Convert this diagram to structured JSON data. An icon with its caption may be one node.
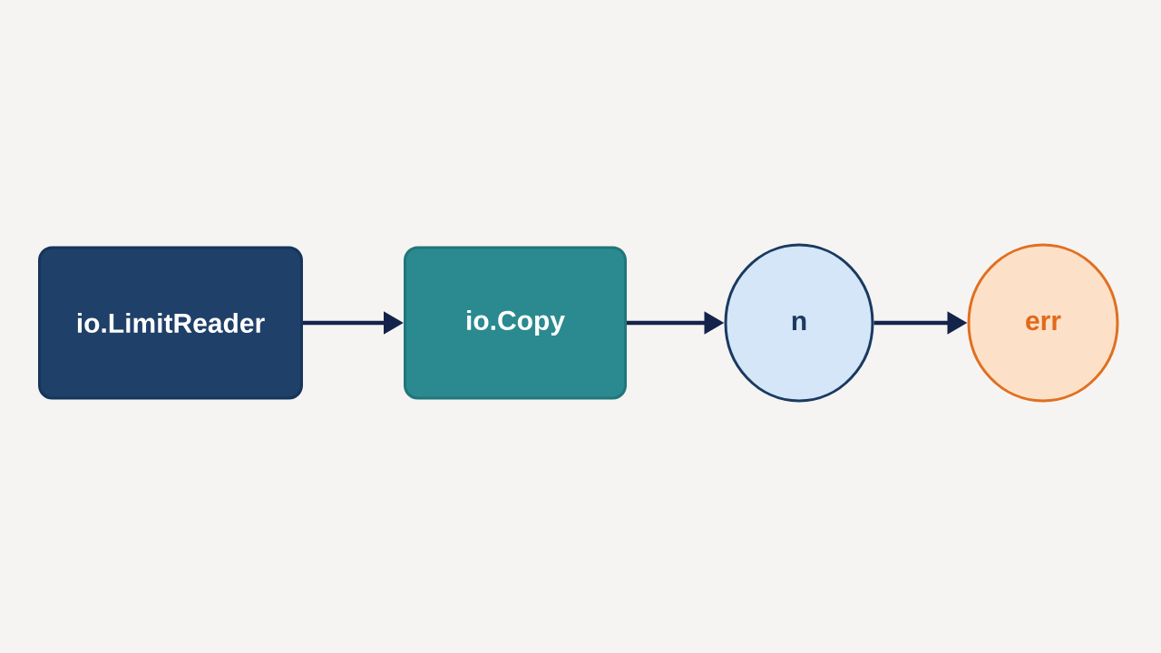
{
  "diagram": {
    "nodes": [
      {
        "text": [
          "io.LimitReader"
        ]
      },
      {
        "text": [
          "io.Copy"
        ]
      },
      {
        "text": [
          "n"
        ]
      },
      {
        "text": [
          "err"
        ]
      }
    ],
    "edges": [
      {
        "from": 0,
        "to": 1,
        "arrow": "to"
      },
      {
        "from": 1,
        "to": 2,
        "arrow": "to"
      },
      {
        "from": 2,
        "to": 3,
        "arrow": "to"
      }
    ]
  }
}
